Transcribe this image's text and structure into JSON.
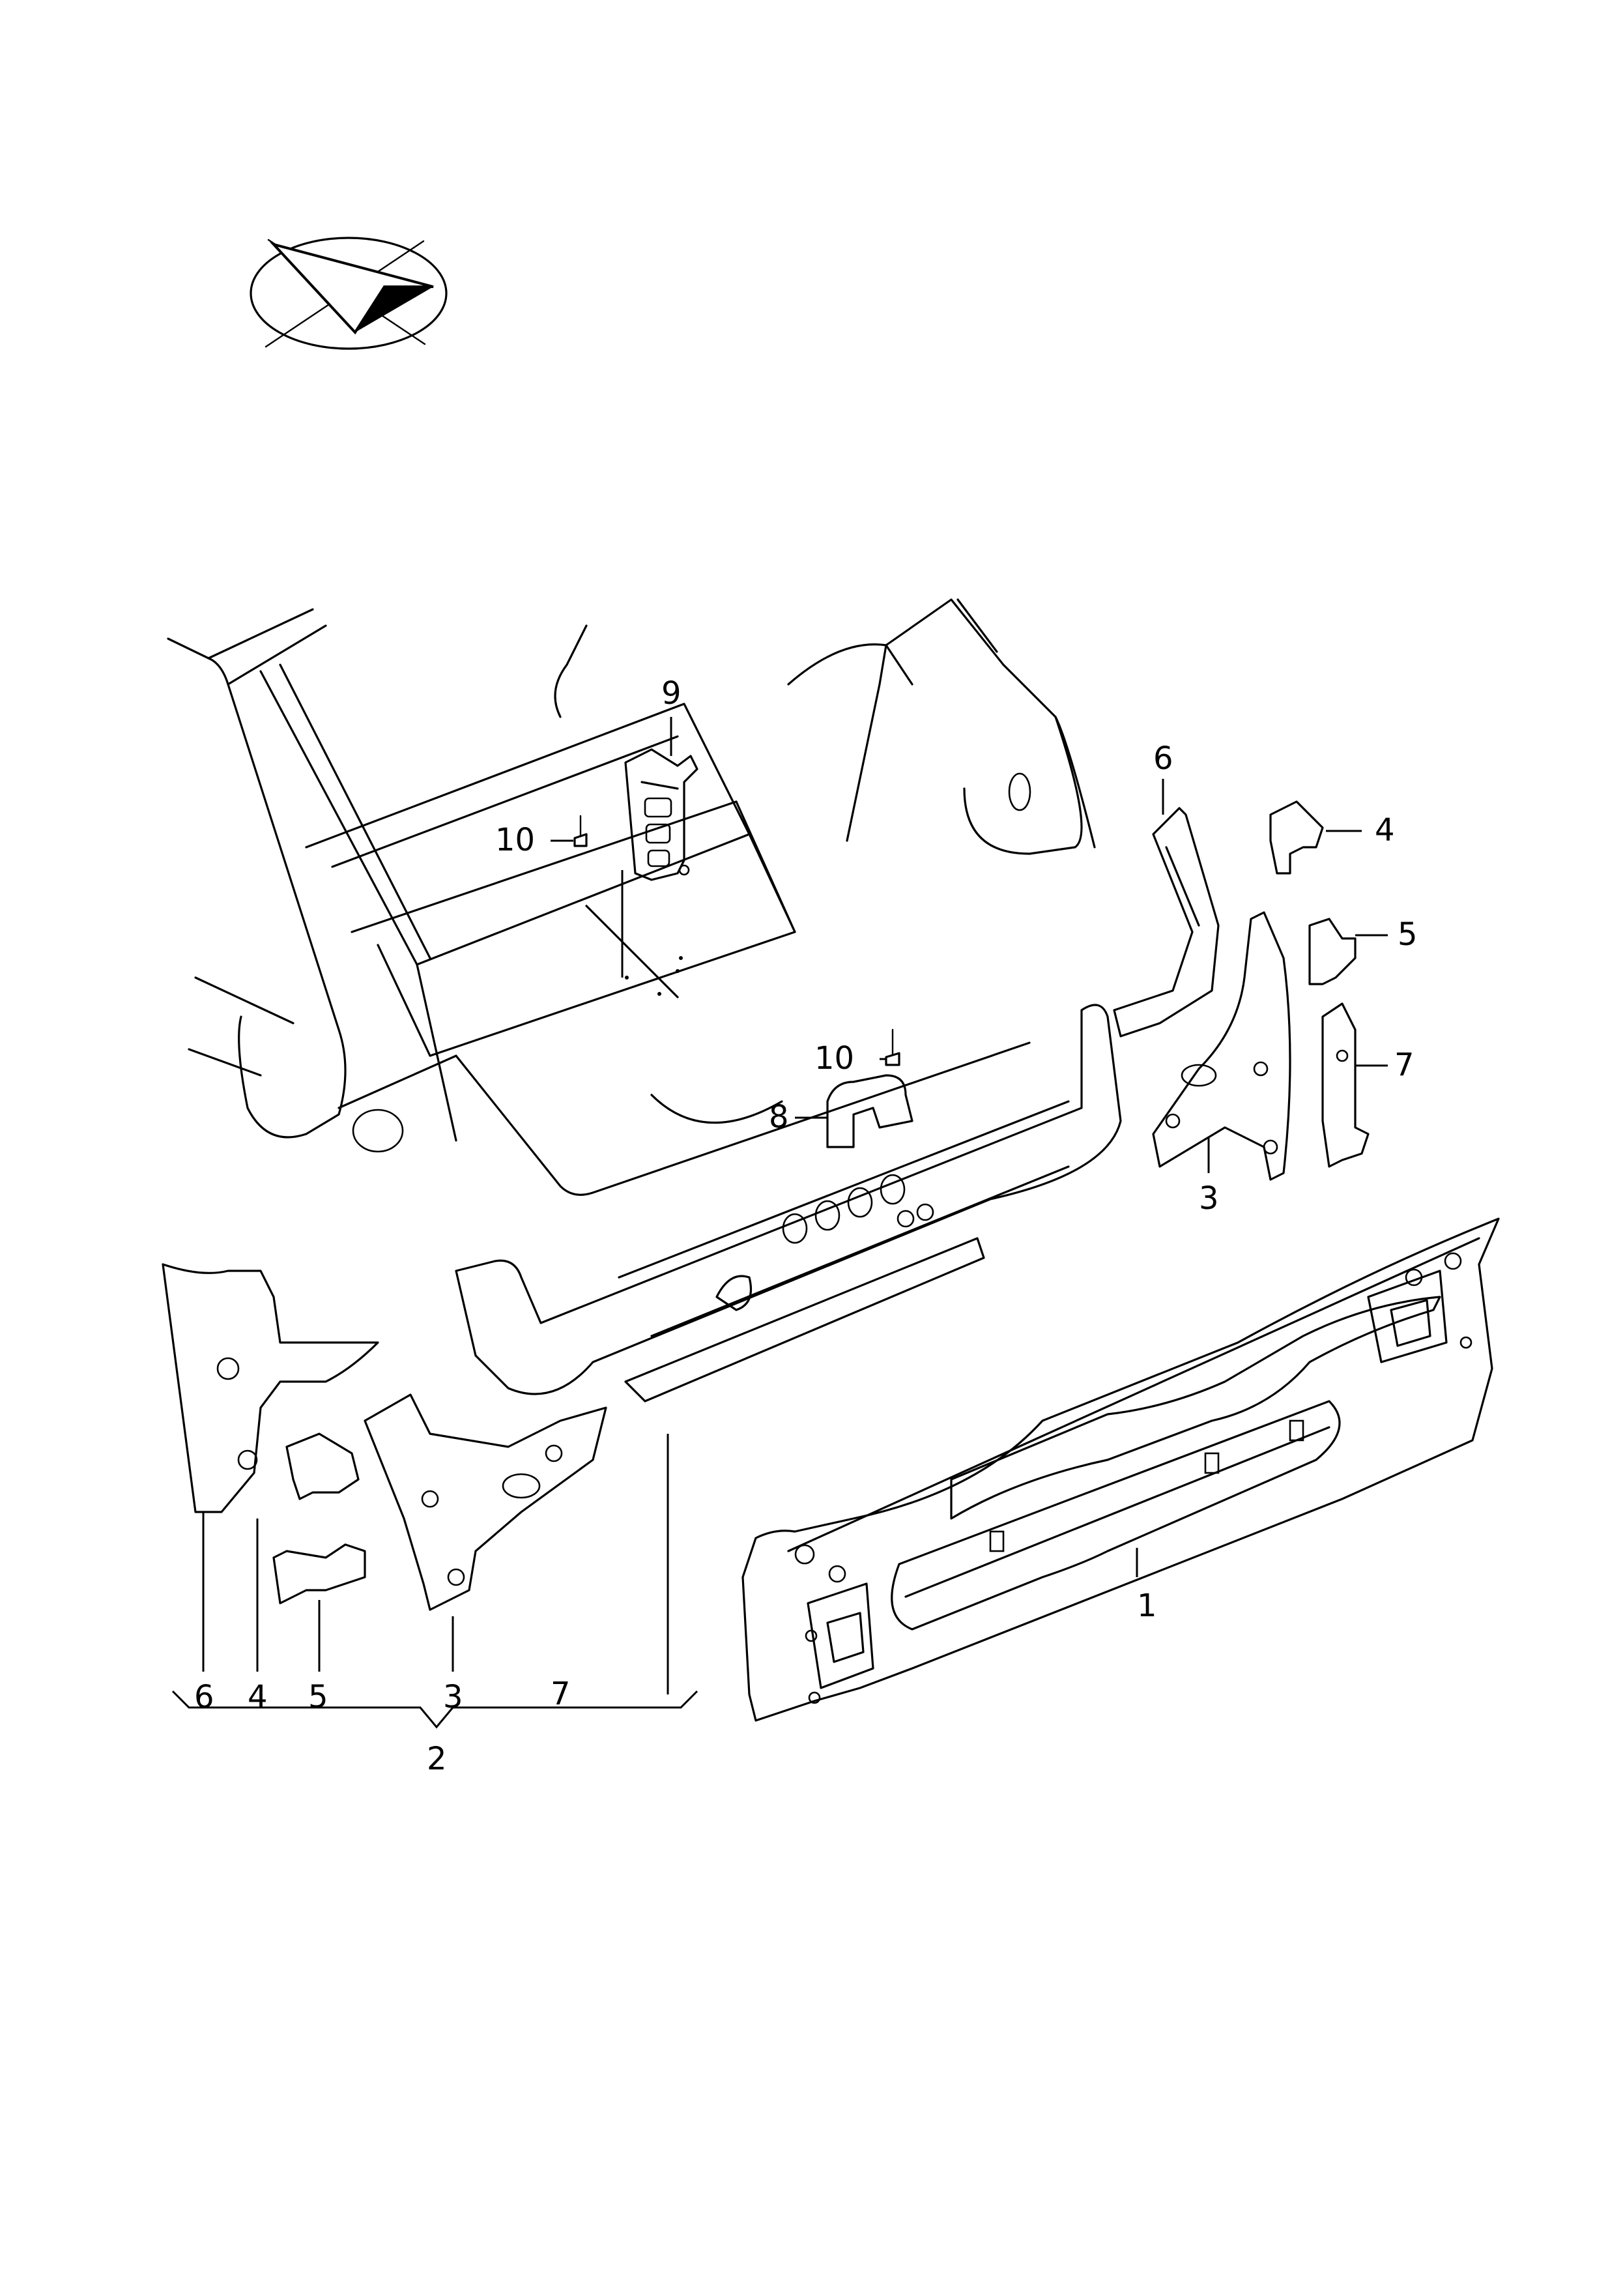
{
  "diagram": {
    "callouts": {
      "c1": "1",
      "c2": "2",
      "c3_left": "3",
      "c3_right": "3",
      "c4_left": "4",
      "c4_right": "4",
      "c5_left": "5",
      "c5_right": "5",
      "c6_left": "6",
      "c6_right": "6",
      "c7_left": "7",
      "c7_right": "7",
      "c8": "8",
      "c9": "9",
      "c10_upper": "10",
      "c10_lower": "10"
    },
    "colors": {
      "line": "#000000",
      "background": "#ffffff"
    },
    "icons": {
      "orientation": "direction-arrow-icon"
    }
  }
}
